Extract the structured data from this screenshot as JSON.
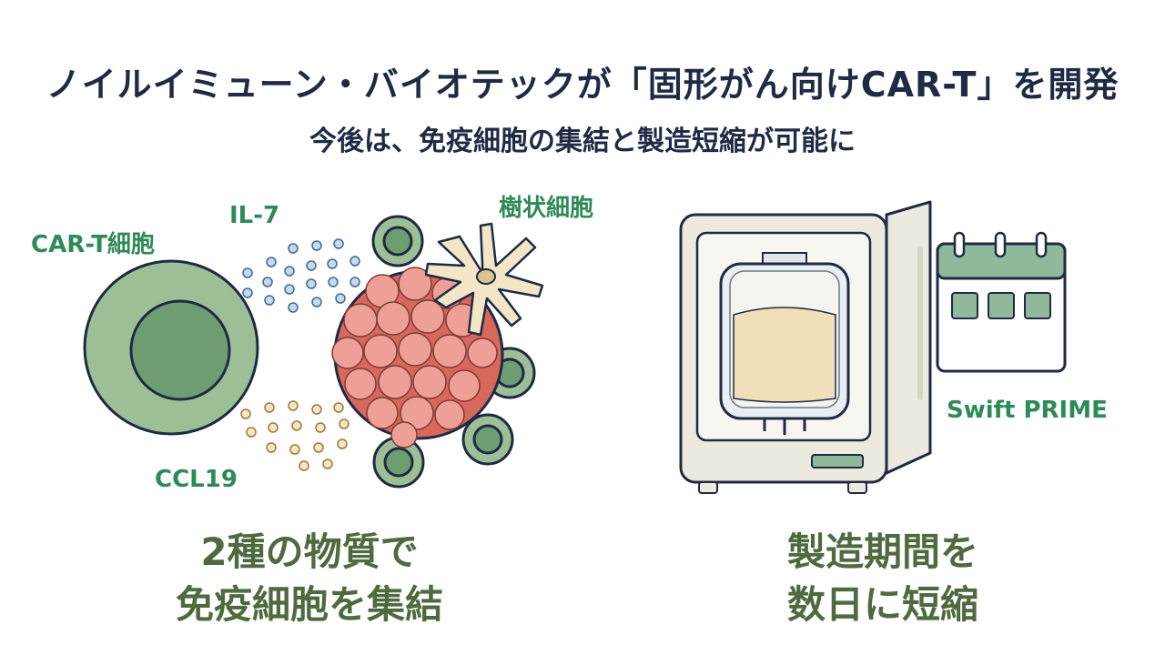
{
  "header": {
    "title": "ノイルイミューン・バイオテックが「固形がん向けCAR-T」を開発",
    "subtitle": "今後は、免疫細胞の集結と製造短縮が可能に"
  },
  "left_panel": {
    "car_t_label": "CAR-T細胞",
    "il7_label": "IL-7",
    "ccl19_label": "CCL19",
    "dendritic_label": "樹状細胞",
    "caption_line1": "2種の物質で",
    "caption_line2": "免疫細胞を集結"
  },
  "right_panel": {
    "swift_label": "Swift PRIME",
    "caption_line1": "製造期間を",
    "caption_line2": "数日に短縮"
  },
  "colors": {
    "navy": "#1f2a44",
    "label_green": "#2e8a57",
    "caption_green": "#4f6a3f",
    "cell_green": "#9dbf95",
    "tumor_pink": "#e9897d",
    "incubator_beige": "#ece9df"
  }
}
